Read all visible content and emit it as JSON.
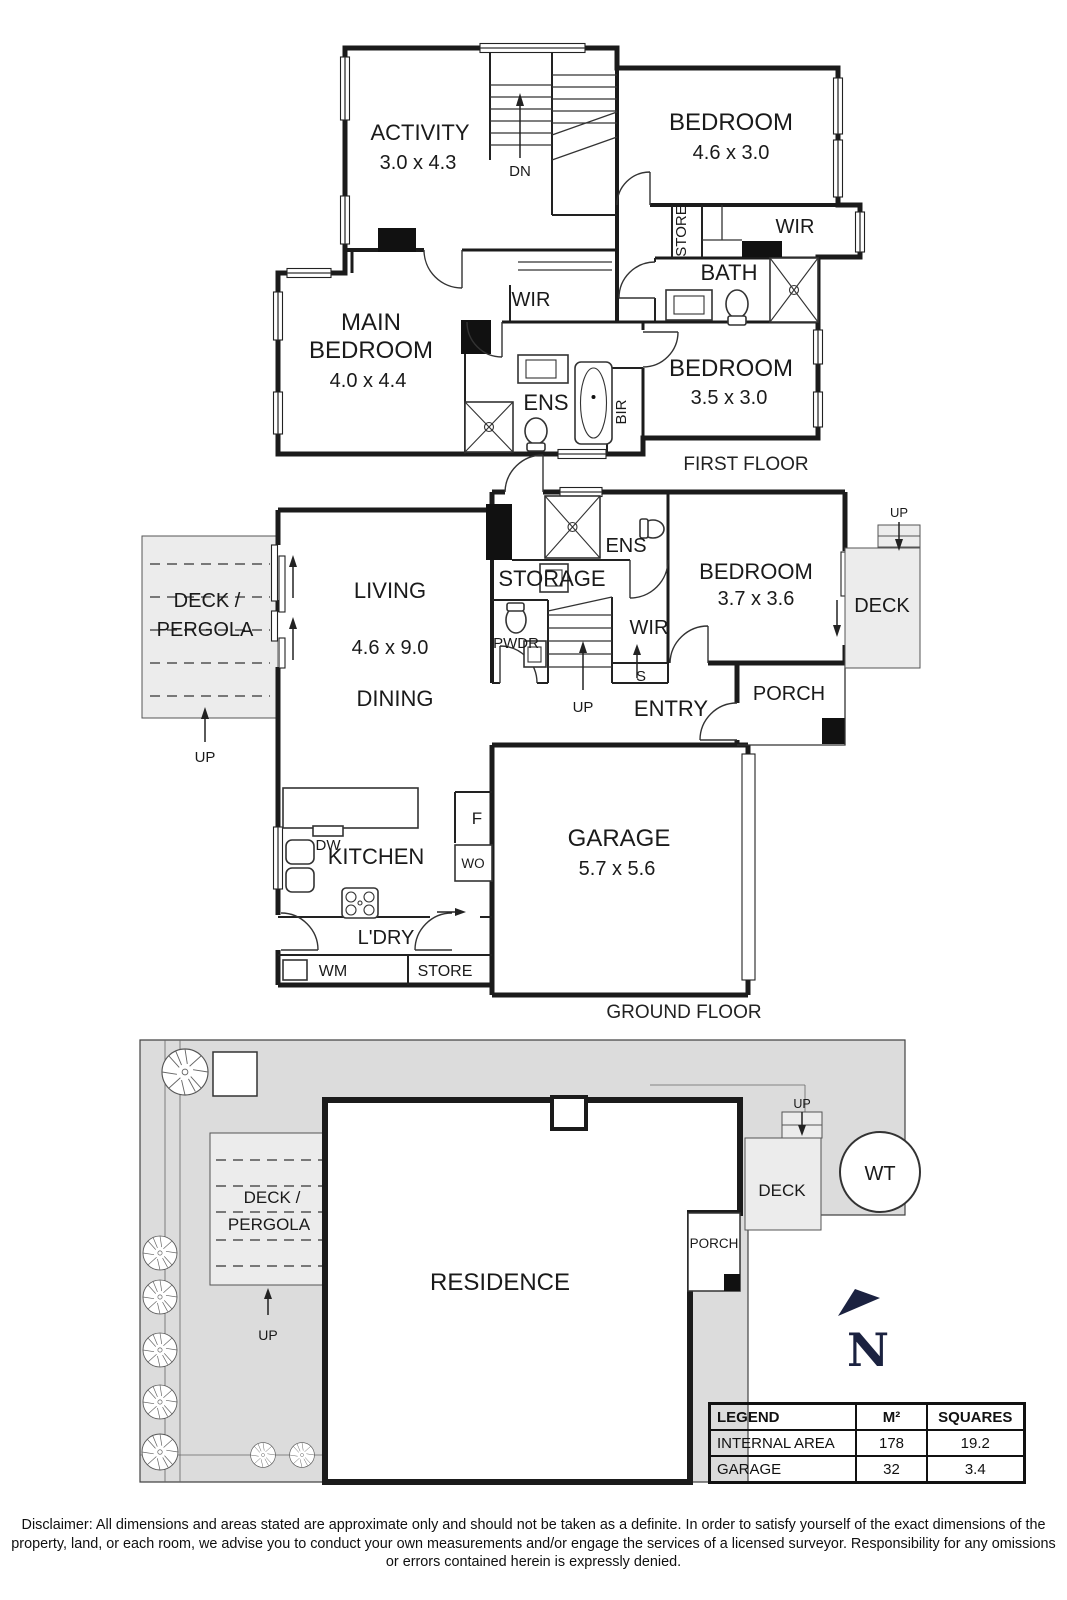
{
  "first_floor": {
    "caption": "FIRST FLOOR",
    "activity": "ACTIVITY",
    "activity_dims": "3.0 x 4.3",
    "dn": "DN",
    "bedroom2": "BEDROOM",
    "bedroom2_dims": "4.6 x 3.0",
    "wir_top": "WIR",
    "store": "STORE",
    "bath": "BATH",
    "main1": "MAIN",
    "main2": "BEDROOM",
    "main_dims": "4.0 x 4.4",
    "wir_mid": "WIR",
    "ens": "ENS",
    "bir": "BIR",
    "bedroom3": "BEDROOM",
    "bedroom3_dims": "3.5 x 3.0"
  },
  "ground_floor": {
    "caption": "GROUND FLOOR",
    "deck_pergola1": "DECK /",
    "deck_pergola2": "PERGOLA",
    "up_pergola": "UP",
    "living": "LIVING",
    "living_dims": "4.6 x 9.0",
    "dining": "DINING",
    "storage": "STORAGE",
    "ens": "ENS",
    "pwdr": "PWDR",
    "up_stairs": "UP",
    "wir": "WIR",
    "s": "S",
    "bedroom": "BEDROOM",
    "bedroom_dims": "3.7 x 3.6",
    "deck": "DECK",
    "up_deck": "UP",
    "entry": "ENTRY",
    "porch": "PORCH",
    "kitchen": "KITCHEN",
    "dw": "DW",
    "f": "F",
    "wo": "WO",
    "garage": "GARAGE",
    "garage_dims": "5.7 x 5.6",
    "ldry": "L'DRY",
    "wm": "WM",
    "store": "STORE"
  },
  "site": {
    "deck_pergola1": "DECK /",
    "deck_pergola2": "PERGOLA",
    "up_pergola": "UP",
    "residence": "RESIDENCE",
    "porch": "PORCH",
    "deck": "DECK",
    "up_deck": "UP",
    "wt": "WT",
    "north": "N"
  },
  "legend": {
    "headers": [
      "LEGEND",
      "M²",
      "SQUARES"
    ],
    "rows": [
      {
        "label": "INTERNAL AREA",
        "m2": "178",
        "squares": "19.2"
      },
      {
        "label": "GARAGE",
        "m2": "32",
        "squares": "3.4"
      }
    ]
  },
  "disclaimer": "Disclaimer: All dimensions and areas stated are approximate only and should not be taken as a definite. In order to satisfy yourself of the exact dimensions of the property, land, or each room, we advise you to conduct your own measurements and/or engage the services of a licensed surveyor. Responsibility for any omissions or errors contained herein is expressly denied.",
  "colors": {
    "wall": "#1b1b1b",
    "site_gray": "#dcdcdc",
    "deck_gray": "#ececec",
    "north_navy": "#1b2240"
  }
}
